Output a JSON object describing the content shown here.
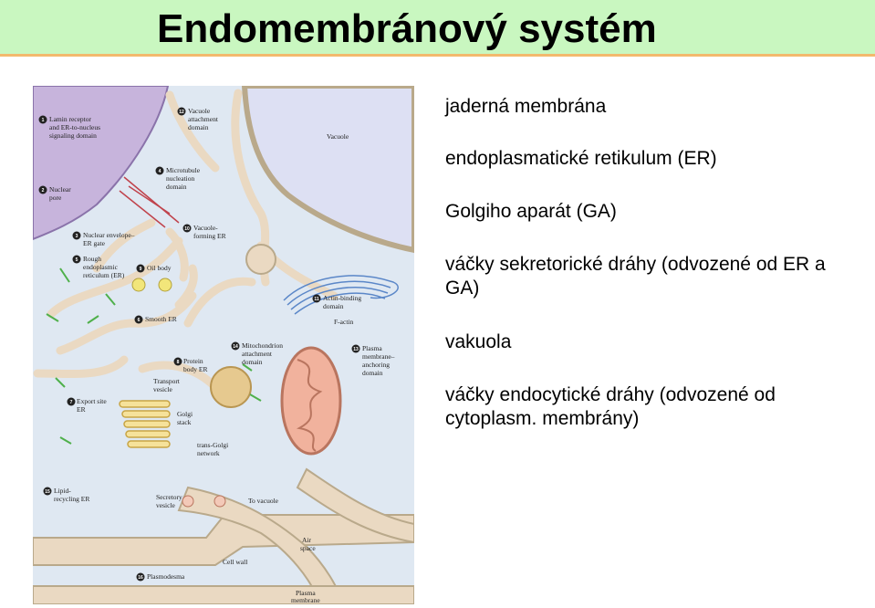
{
  "slide": {
    "title": "Endomembránový systém",
    "items": [
      "jaderná membrána",
      "endoplasmatické retikulum (ER)",
      "Golgiho aparát (GA)",
      "váčky sekretorické dráhy (odvozené od ER a GA)",
      "vakuola",
      "váčky endocytické dráhy (odvozené od cytoplasm. membrány)"
    ]
  },
  "figure": {
    "labels": {
      "l1": "Lamin receptor",
      "l1b": "and ER-to-nucleus",
      "l1c": "signaling domain",
      "l2": "Nuclear",
      "l2b": "pore",
      "l3": "Nuclear envelope–",
      "l3b": "ER gate",
      "l4": "Microtubule",
      "l4b": "nucleation",
      "l4c": "domain",
      "l5": "Rough",
      "l5b": "endoplasmic",
      "l5c": "reticulum (ER)",
      "l6": "Smooth ER",
      "l7": "Export site",
      "l7b": "ER",
      "l8": "Protein",
      "l8b": "body ER",
      "l9": "Oil body",
      "l10": "Vacuole-",
      "l10b": "forming ER",
      "l11": "Actin-binding",
      "l11b": "domain",
      "l12": "Vacuole",
      "l12b": "attachment",
      "l12c": "domain",
      "l13": "Plasma",
      "l13b": "membrane–",
      "l13c": "anchoring",
      "l13d": "domain",
      "l14": "Mitochondrion",
      "l14b": "attachment",
      "l14c": "domain",
      "l15": "Lipid-",
      "l15b": "recycling ER",
      "l16": "Plasmodesma",
      "vacuole": "Vacuole",
      "factin": "F-actin",
      "transport": "Transport",
      "transportb": "vesicle",
      "golgi": "Golgi",
      "golgib": "stack",
      "tgn": "trans-Golgi",
      "tgnb": "network",
      "secretory": "Secretory",
      "secretoryb": "vesicle",
      "tovacuole": "To vacuole",
      "air": "Air",
      "airb": "space",
      "cellwall": "Cell wall",
      "pm": "Plasma",
      "pmb": "membrane"
    },
    "numbers": [
      "1",
      "2",
      "3",
      "4",
      "5",
      "6",
      "7",
      "8",
      "9",
      "10",
      "11",
      "12",
      "13",
      "14",
      "15",
      "16"
    ],
    "colors": {
      "background": "#dfe8f2",
      "cytoplasm_wall": "#ead9c2",
      "nucleus": "#c7b4dc",
      "vacuole": "#dde0f3",
      "er_green": "#4fb04b",
      "actin": "#5b87c8",
      "golgi": "#f6e29a",
      "mito": "#f1b29d"
    }
  }
}
